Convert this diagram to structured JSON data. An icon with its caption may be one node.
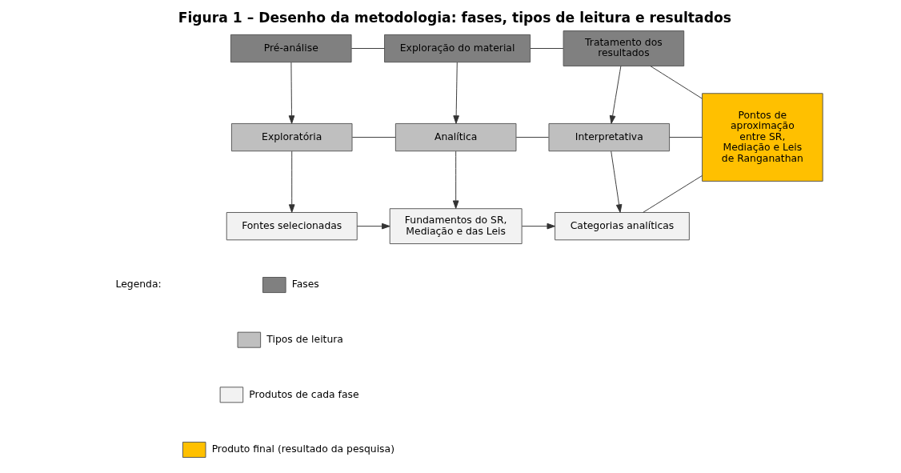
{
  "diagram": {
    "title": "Figura 1 – Desenho da metodologia: fases, tipos de leitura e resultados",
    "nodes": [
      {
        "text": [
          "Pré-análise"
        ]
      },
      {
        "text": [
          "Exploração do material"
        ]
      },
      {
        "text": [
          "Tratamento dos resultados"
        ]
      },
      {
        "text": [
          "Exploratória"
        ]
      },
      {
        "text": [
          "Analítica"
        ]
      },
      {
        "text": [
          "Interpretativa"
        ]
      },
      {
        "text": [
          "Fontes selecionadas"
        ]
      },
      {
        "text": [
          "Fundamentos do SR, Mediação e das Leis"
        ]
      },
      {
        "text": [
          "Categorias analíticas"
        ]
      },
      {
        "text": [
          "Pontos de aproximação entre SR, Mediação e Leis de Ranganathan"
        ]
      }
    ],
    "edges": [
      {
        "from": 0,
        "to": 1,
        "arrow": "none"
      },
      {
        "from": 1,
        "to": 2,
        "arrow": "none"
      },
      {
        "from": 2,
        "to": 9,
        "arrow": "none"
      },
      {
        "from": 0,
        "to": 3,
        "arrow": "to"
      },
      {
        "from": 1,
        "to": 4,
        "arrow": "to"
      },
      {
        "from": 2,
        "to": 5,
        "arrow": "to"
      },
      {
        "from": 3,
        "to": 4,
        "arrow": "none"
      },
      {
        "from": 4,
        "to": 5,
        "arrow": "none"
      },
      {
        "from": 5,
        "to": 9,
        "arrow": "none"
      },
      {
        "from": 3,
        "to": 6,
        "arrow": "to"
      },
      {
        "from": 4,
        "to": 7,
        "arrow": "to"
      },
      {
        "from": 5,
        "to": 8,
        "arrow": "to"
      },
      {
        "from": 6,
        "to": 7,
        "arrow": "to"
      },
      {
        "from": 7,
        "to": 8,
        "arrow": "to"
      },
      {
        "from": 8,
        "to": 9,
        "arrow": "none"
      }
    ],
    "labels": [
      "Legenda:"
    ],
    "legend": [
      {
        "text": "Fases",
        "color": "#808080"
      },
      {
        "text": "Tipos de leitura",
        "color": "#bfbfbf"
      },
      {
        "text": "Produtos de cada fase",
        "color": "#f2f2f2"
      },
      {
        "text": "Produto final (resultado da pesquisa)",
        "color": "#ffc000"
      }
    ]
  }
}
